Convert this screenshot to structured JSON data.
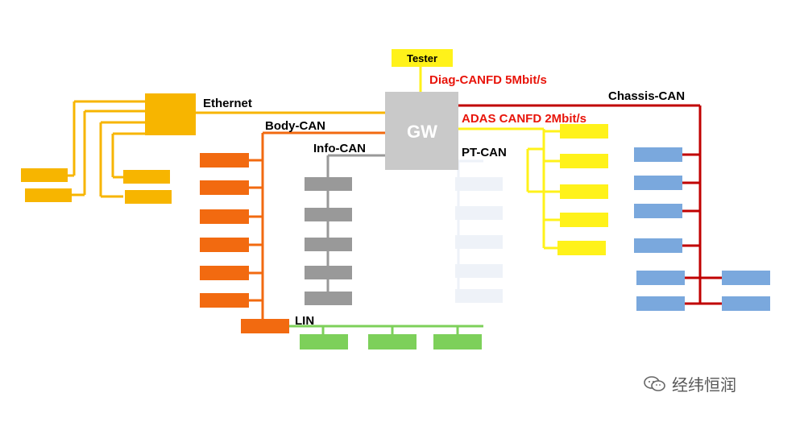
{
  "gateway": {
    "label": "GW"
  },
  "tester": {
    "label": "Tester"
  },
  "buses": {
    "diag": "Diag-CANFD 5Mbit/s",
    "ethernet": "Ethernet",
    "body": "Body-CAN",
    "info": "Info-CAN",
    "adas": "ADAS CANFD 2Mbit/s",
    "chassis": "Chassis-CAN",
    "pt": "PT-CAN",
    "lin": "LIN"
  },
  "colors": {
    "ethernet": "#F7B500",
    "body": "#F26A10",
    "info": "#999999",
    "pt": "#EEF2F8",
    "adas": "#FFF21A",
    "chassis": "#C00000",
    "chassis_node": "#7AA8DD",
    "lin": "#7DD05A",
    "gateway": "#C9C9C9",
    "label_red": "#E8140A"
  },
  "watermark": {
    "text": "经纬恒润",
    "icon": "wechat-icon"
  }
}
